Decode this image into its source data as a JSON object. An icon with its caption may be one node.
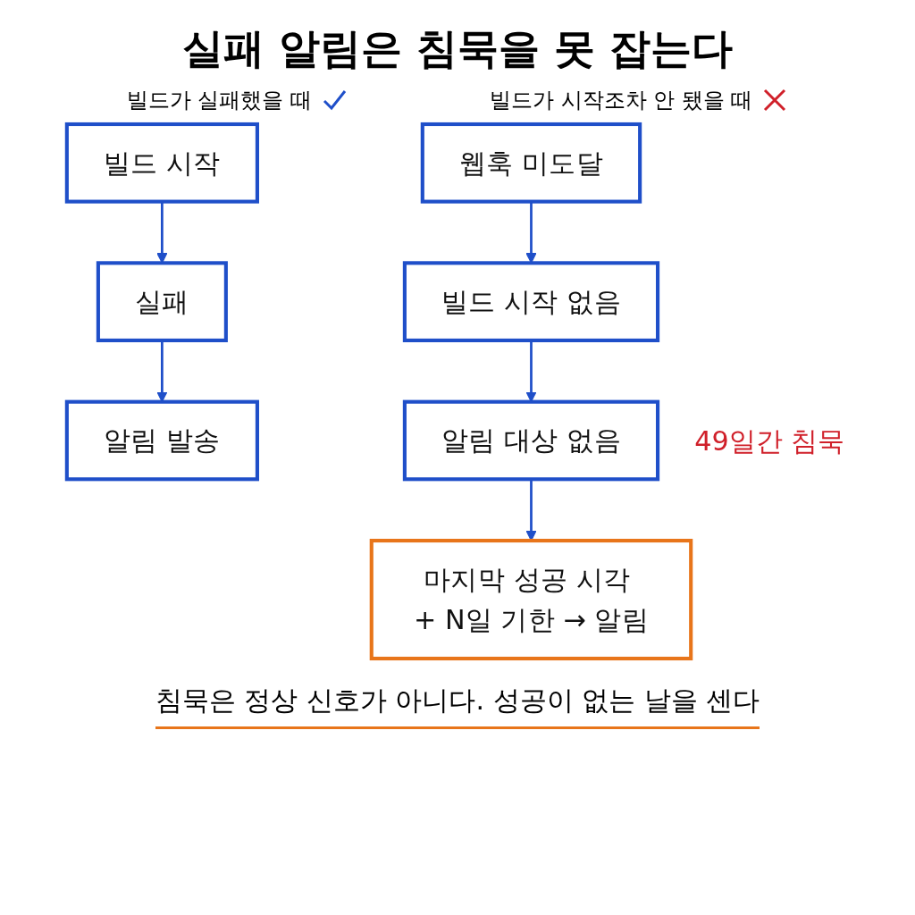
{
  "diagram": {
    "title": "실패 알림은 침묵을 못 잡는다",
    "caption": "침묵은 정상 신호가 아니다. 성공이 없는 날을 센다",
    "nodes": [
      {
        "text": [
          "빌드 시작"
        ]
      },
      {
        "text": [
          "실패"
        ]
      },
      {
        "text": [
          "알림 발송"
        ]
      },
      {
        "text": [
          "웹훅 미도달"
        ]
      },
      {
        "text": [
          "빌드 시작 없음"
        ]
      },
      {
        "text": [
          "알림 대상 없음"
        ],
        "beside": [
          "49일간 침묵"
        ]
      },
      {
        "text": [
          "마지막 성공 시각 + N일 기한 → 알림"
        ]
      }
    ],
    "edges": [
      {
        "from": 0,
        "to": 1,
        "arrow": "to"
      },
      {
        "from": 1,
        "to": 2,
        "arrow": "to"
      },
      {
        "from": 3,
        "to": 4,
        "arrow": "to"
      },
      {
        "from": 4,
        "to": 5,
        "arrow": "to"
      },
      {
        "from": 5,
        "to": 6,
        "arrow": "to"
      }
    ],
    "labels": [
      "빌드가 실패했을 때",
      "빌드가 시작조차 안 됐을 때"
    ]
  }
}
